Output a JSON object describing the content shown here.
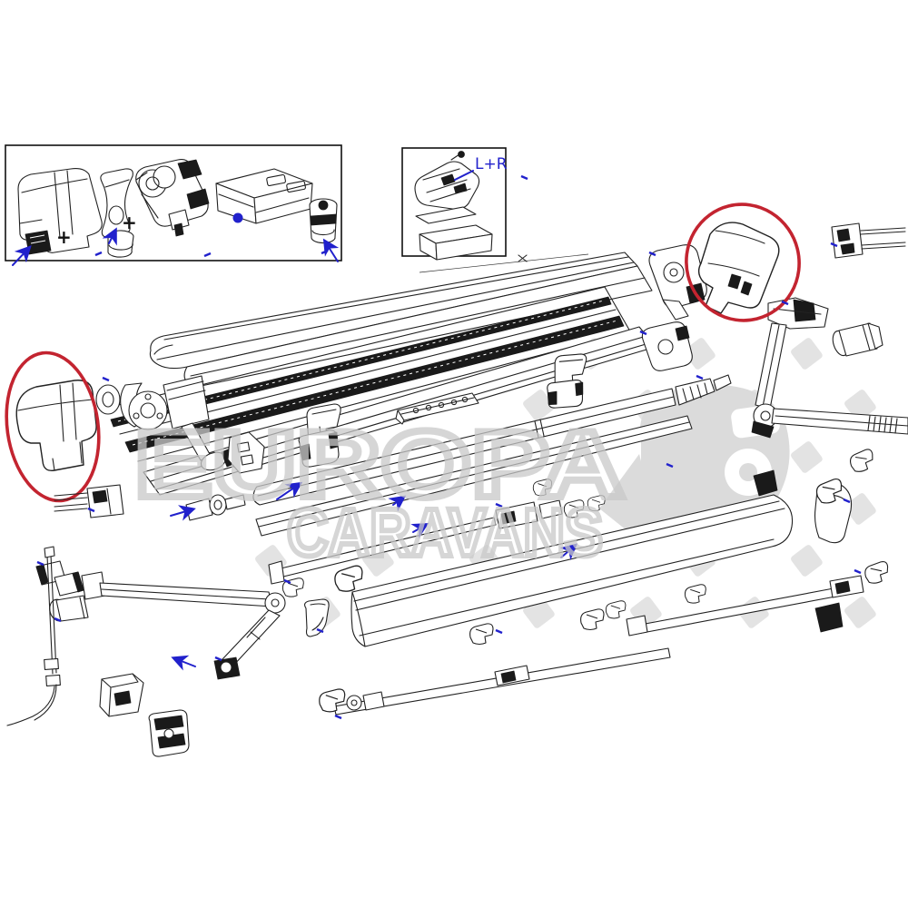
{
  "labels": {
    "left_right": "L+R",
    "plus_1": "+",
    "plus_2": "+"
  },
  "watermark": {
    "line1": "EUROPA",
    "line2": "CARAVANS"
  },
  "colors": {
    "highlight_red": "#c32430",
    "annotation_blue": "#2121cc",
    "watermark_gray": "#cccccc",
    "line_black": "#222222"
  }
}
